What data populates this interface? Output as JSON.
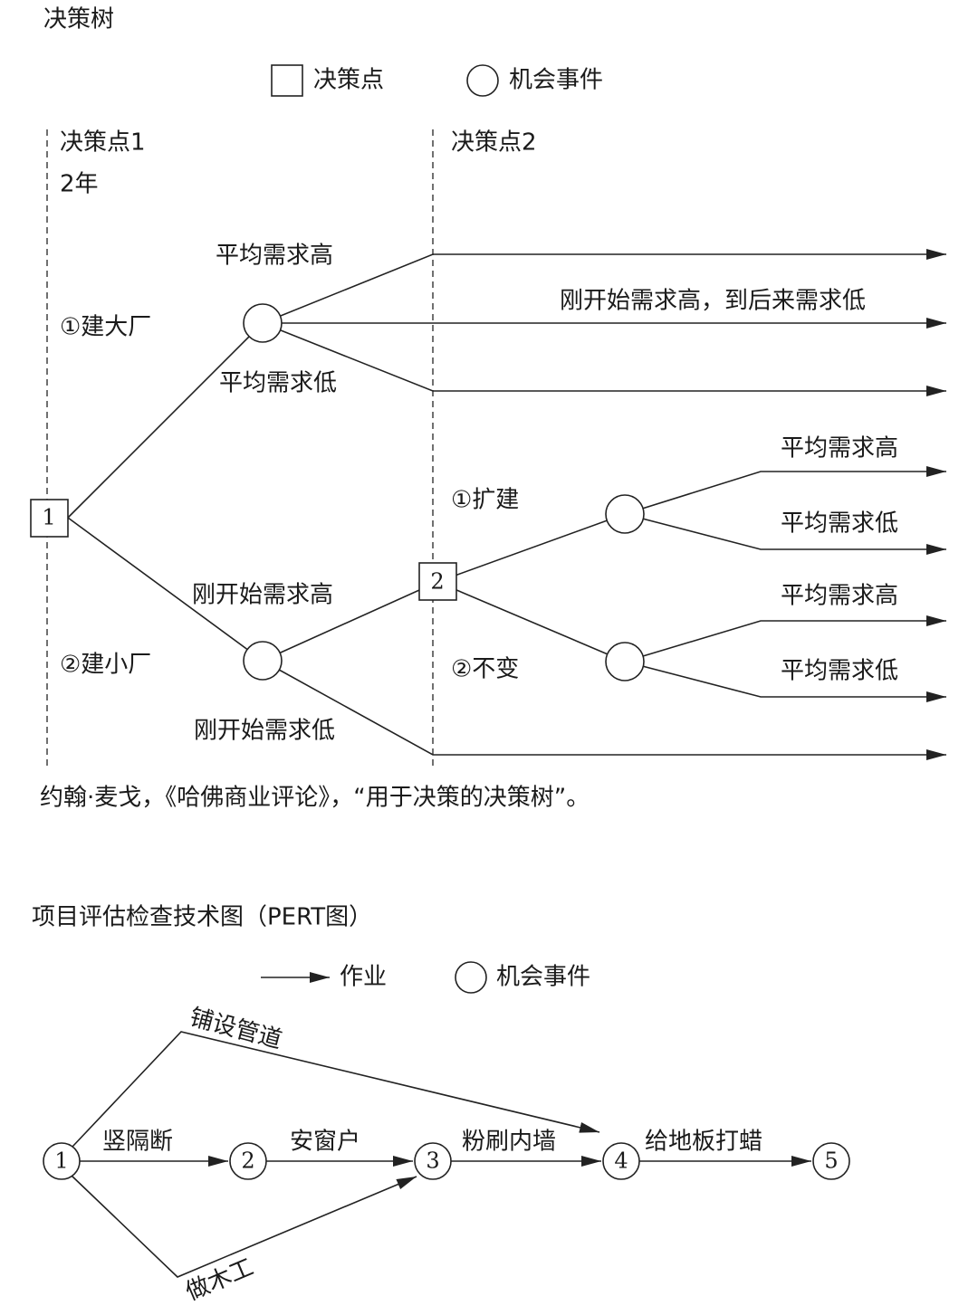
{
  "decision_tree": {
    "title": "决策树",
    "legend": {
      "decision": "决策点",
      "chance": "机会事件"
    },
    "stage1": {
      "label": "决策点1",
      "duration": "2年"
    },
    "stage2": {
      "label": "决策点2"
    },
    "decision_nodes": [
      "1",
      "2"
    ],
    "options": {
      "big_plant": "①建大厂",
      "small_plant": "②建小厂",
      "expand": "①扩建",
      "keep": "②不变"
    },
    "outcomes": {
      "big_high": "平均需求高",
      "big_high_then_low": "刚开始需求高，到后来需求低",
      "big_low": "平均需求低",
      "small_initial_high": "刚开始需求高",
      "small_initial_low": "刚开始需求低",
      "expand_high": "平均需求高",
      "expand_low": "平均需求低",
      "keep_high": "平均需求高",
      "keep_low": "平均需求低"
    },
    "source": "约翰·麦戈，《哈佛商业评论》，“用于决策的决策树”。"
  },
  "pert": {
    "title": "项目评估检查技术图（PERT图）",
    "legend": {
      "activity": "作业",
      "event": "机会事件"
    },
    "nodes": [
      "1",
      "2",
      "3",
      "4",
      "5"
    ],
    "activities": {
      "partition": "竖隔断",
      "windows": "安窗户",
      "paint": "粉刷内墙",
      "wax": "给地板打蜡",
      "pipes": "铺设管道",
      "carpentry": "做木工"
    }
  }
}
